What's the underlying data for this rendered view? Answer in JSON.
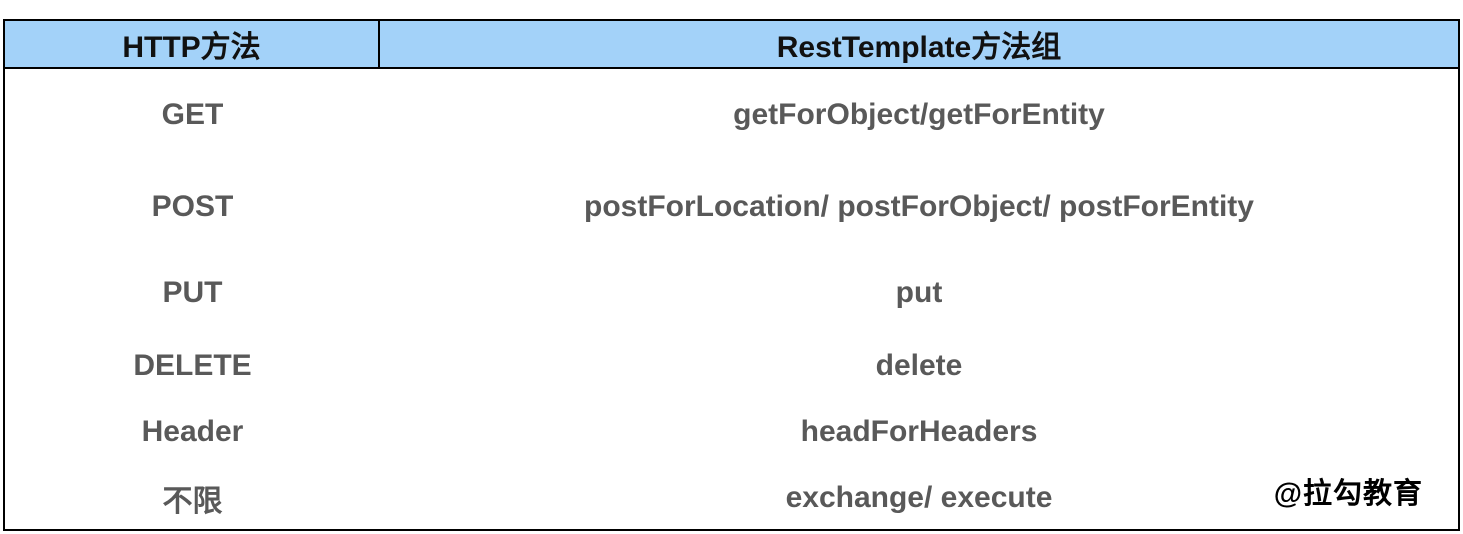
{
  "table": {
    "columns": [
      {
        "label": "HTTP方法"
      },
      {
        "label": "RestTemplate方法组"
      }
    ],
    "rows": [
      {
        "method": "GET",
        "group": "getForObject/getForEntity"
      },
      {
        "method": "POST",
        "group": "postForLocation/ postForObject/ postForEntity"
      },
      {
        "method": "PUT",
        "group": "put"
      },
      {
        "method": "DELETE",
        "group": "delete"
      },
      {
        "method": "Header",
        "group": "headForHeaders"
      },
      {
        "method": "不限",
        "group": "exchange/ execute"
      }
    ]
  },
  "watermark": "@拉勾教育",
  "colors": {
    "header_bg": "#a3d2f9",
    "header_text": "#111111",
    "body_text": "#595959",
    "border": "#000000"
  }
}
